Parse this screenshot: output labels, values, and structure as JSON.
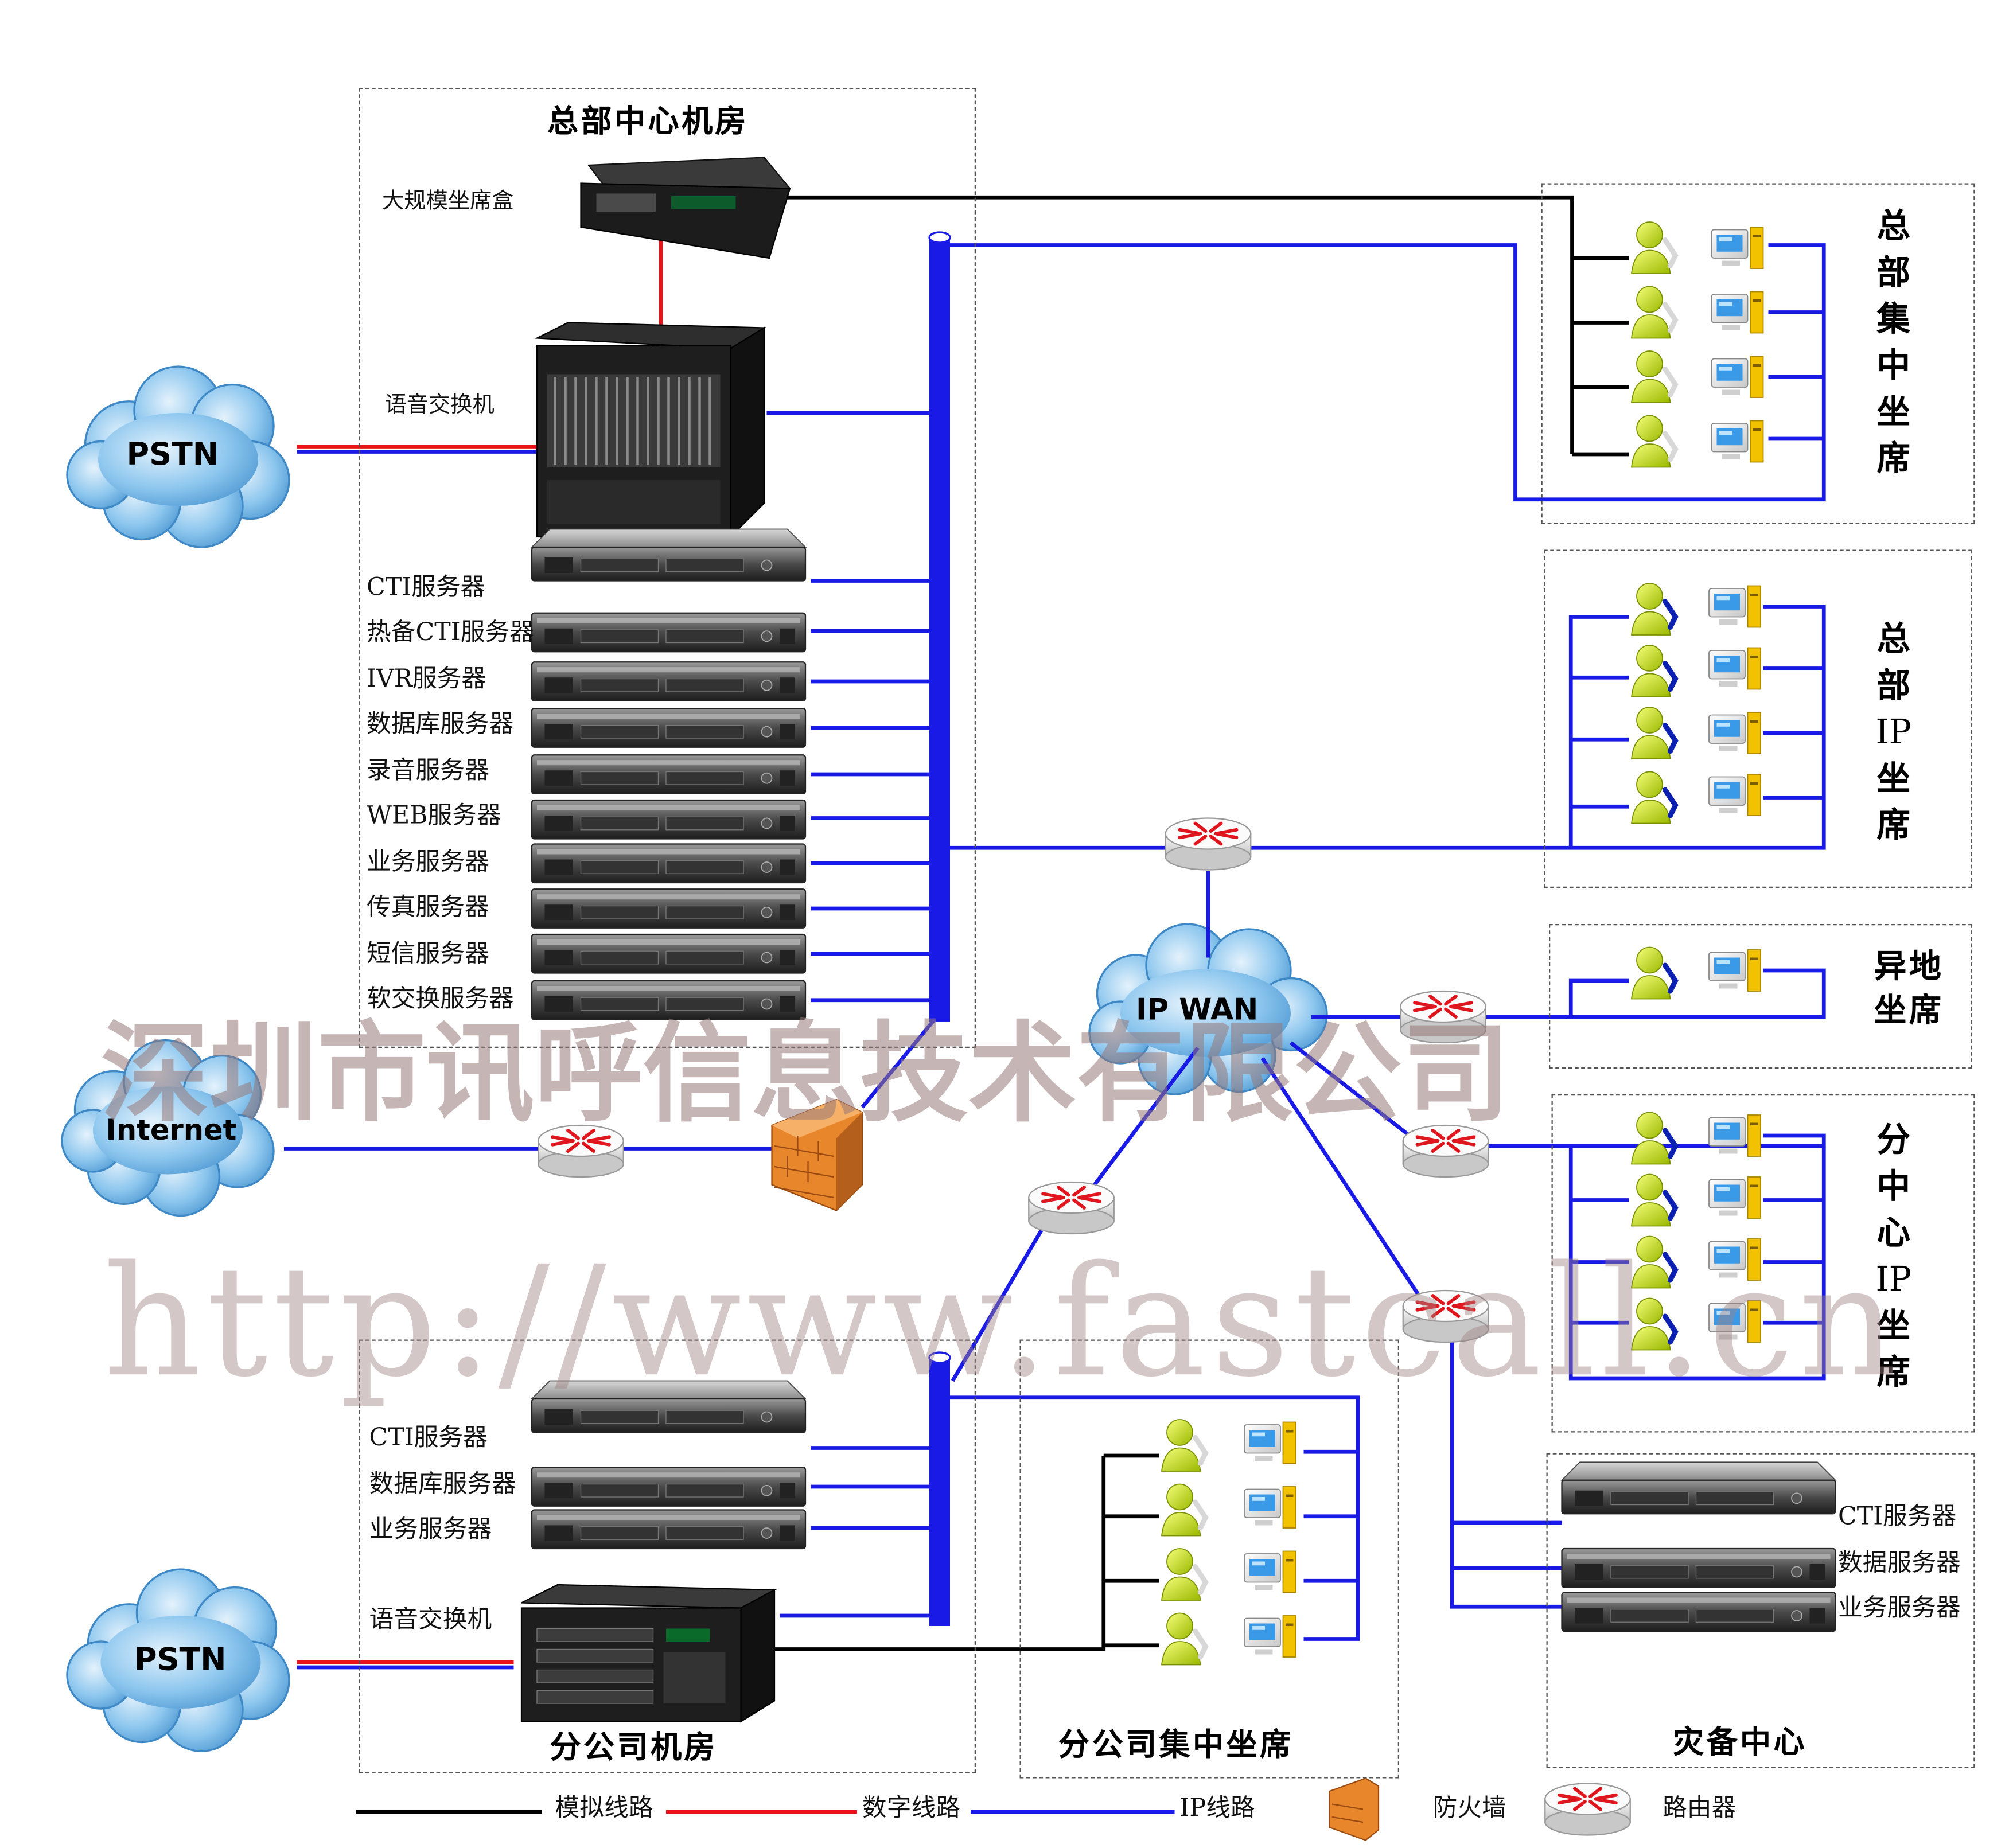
{
  "titles": {
    "hq_room": "总部中心机房",
    "hq_central_seats": "总部集中坐席",
    "hq_ip_seats": "总部IP坐席",
    "remote_seats": "异地坐席",
    "sub_ip_seats": "分中心IP坐席",
    "branch_room": "分公司机房",
    "branch_central_seats": "分公司集中坐席",
    "dr_center": "灾备中心"
  },
  "clouds": {
    "pstn_top": "PSTN",
    "internet": "Internet",
    "ip_wan": "IP WAN",
    "pstn_bottom": "PSTN"
  },
  "hq_devices": {
    "agent_box": "大规模坐席盒",
    "voice_switch": "语音交换机"
  },
  "hq_servers": [
    "CTI服务器",
    "热备CTI服务器",
    "IVR服务器",
    "数据库服务器",
    "录音服务器",
    "WEB服务器",
    "业务服务器",
    "传真服务器",
    "短信服务器",
    "软交换服务器"
  ],
  "branch_servers": [
    "CTI服务器",
    "数据库服务器",
    "业务服务器"
  ],
  "branch_voice_switch": "语音交换机",
  "dr_servers": [
    "CTI服务器",
    "数据服务器",
    "业务服务器"
  ],
  "legend": {
    "analog": "模拟线路",
    "digital": "数字线路",
    "ip": "IP线路",
    "firewall": "防火墙",
    "router": "路由器"
  },
  "watermark": {
    "company": "深圳市讯呼信息技术有限公司",
    "url": "http://www.fastcall.cn"
  },
  "colors": {
    "analog": "#000000",
    "digital": "#e8141c",
    "ip": "#1a1ae6"
  }
}
